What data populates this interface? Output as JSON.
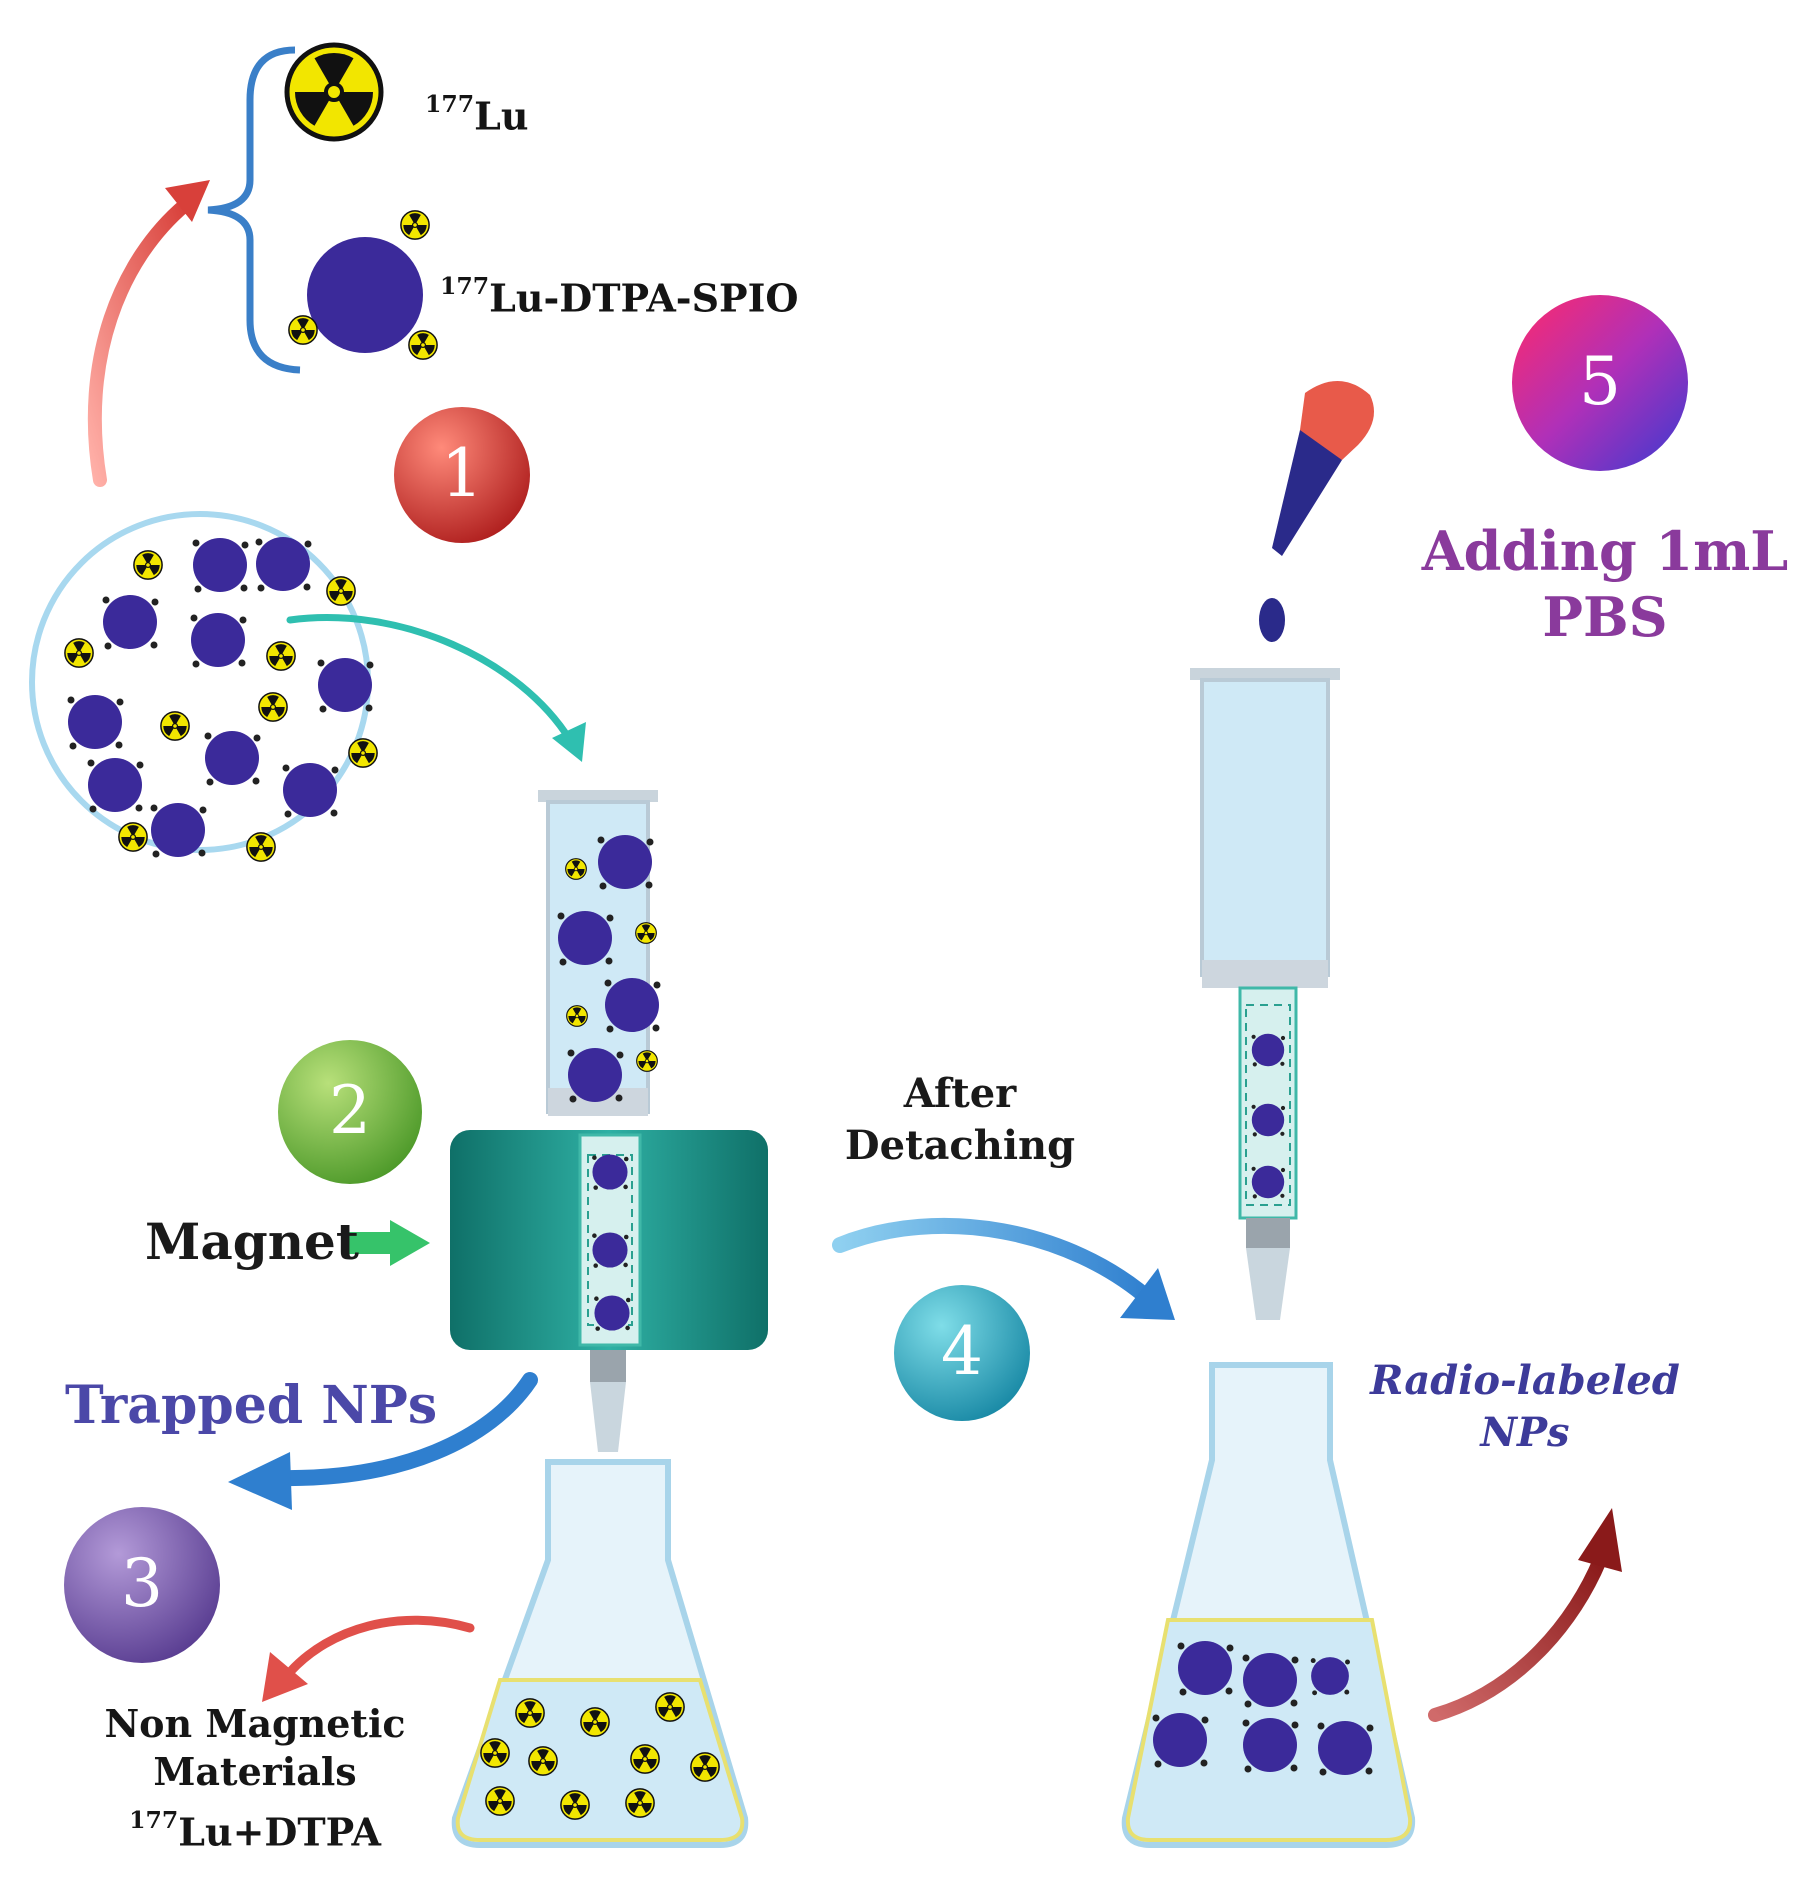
{
  "legend": {
    "lu_mass_number": "177",
    "lu_symbol": "Lu",
    "complex_mass_number": "177",
    "complex_name": "Lu-DTPA-SPIO"
  },
  "steps": [
    {
      "number": "1",
      "color": "#c9302c"
    },
    {
      "number": "2",
      "color": "#6ab04c"
    },
    {
      "number": "3",
      "color": "#7a5aa8"
    },
    {
      "number": "4",
      "color": "#2aa6c0"
    },
    {
      "number": "5",
      "color": "#b03a9a"
    }
  ],
  "labels": {
    "magnet": "Magnet",
    "trapped": "Trapped NPs",
    "after_line1": "After",
    "after_line2": "Detaching",
    "adding_line1": "Adding 1mL",
    "adding_line2": "PBS",
    "radio_line1": "Radio-labeled",
    "radio_line2": "NPs",
    "non_line1": "Non Magnetic",
    "non_line2": "Materials",
    "non_mass_number": "177",
    "non_line3": "Lu+DTPA"
  },
  "colors": {
    "nanoparticle": "#3b2a9a",
    "radiation_yellow": "#f2e600",
    "liquid": "#cfe9f6",
    "magnet": "#1f8f86",
    "arrow_red": "#e0504a",
    "arrow_teal": "#2fbfb0",
    "arrow_blue": "#2f8fcf",
    "arrow_green": "#36c36a",
    "arrow_darkred": "#a0282a"
  }
}
